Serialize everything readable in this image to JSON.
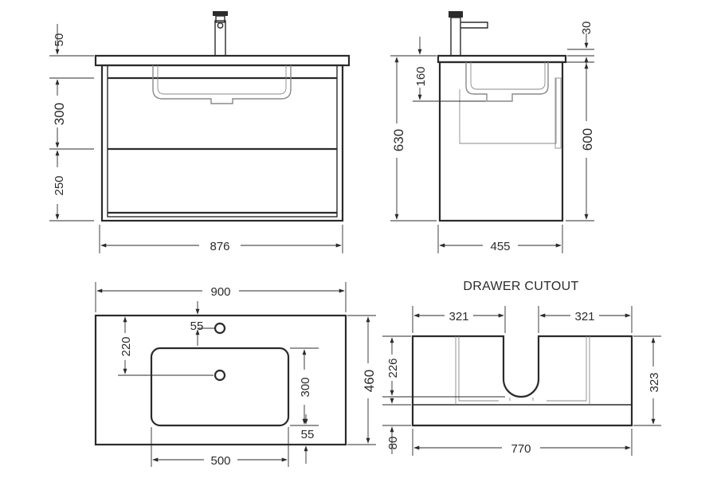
{
  "front_view": {
    "dims": {
      "top_50": "50",
      "upper_drawer_300": "300",
      "lower_drawer_250": "250",
      "width_876": "876"
    }
  },
  "side_view": {
    "dims": {
      "tap_30": "30",
      "basin_160": "160",
      "overall_630": "630",
      "cabinet_600": "600",
      "depth_455": "455"
    }
  },
  "top_view": {
    "dims": {
      "width_900": "900",
      "taphole_55": "55",
      "basin_220": "220",
      "basin_300": "300",
      "depth_460": "460",
      "edge_55": "55",
      "basin_500": "500"
    }
  },
  "drawer_cutout": {
    "title": "DRAWER CUTOUT",
    "dims": {
      "left_321": "321",
      "right_321": "321",
      "cut_226": "226",
      "height_323": "323",
      "base_80": "80",
      "width_770": "770"
    }
  }
}
